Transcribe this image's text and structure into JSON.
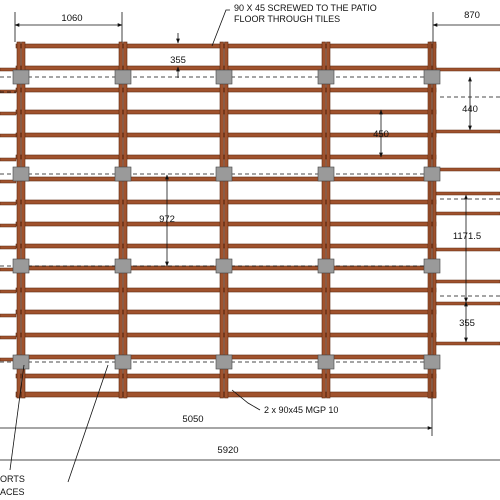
{
  "dimensions": {
    "top_left_width": "1060",
    "top_right_width": "870",
    "joist_spacing_top": "355",
    "spacing_450": "450",
    "spacing_440": "440",
    "spacing_972": "972",
    "spacing_1171": "1171.5",
    "joist_spacing_bottom": "355",
    "frame_length": "5050",
    "overall_length": "5920"
  },
  "notes": {
    "top_line1": "90 X 45 SCREWED TO THE PATIO",
    "top_line2": "FLOOR THROUGH TILES",
    "bottom_beam": "2 x 90x45 MGP 10",
    "left_line1": "ORTS",
    "left_line2": "ACES"
  },
  "colors": {
    "timber": "#a0522d",
    "timber_dark": "#5c2a12",
    "bracket": "#9a9a9a",
    "line": "#111111"
  }
}
